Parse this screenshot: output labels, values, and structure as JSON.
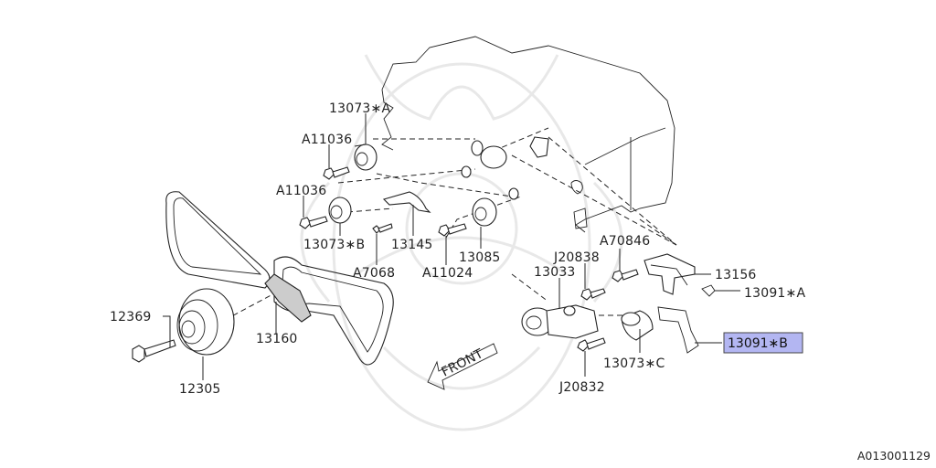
{
  "labels": {
    "p13073A": "13073∗A",
    "a11036_1": "A11036",
    "a11036_2": "A11036",
    "p13073B": "13073∗B",
    "p13145": "13145",
    "a7068": "A7068",
    "a11024": "A11024",
    "p13085": "13085",
    "j20838": "J20838",
    "a70846": "A70846",
    "p13033": "13033",
    "p13156": "13156",
    "p13091A": "13091∗A",
    "p13091B": "13091∗B",
    "p13073C": "13073∗C",
    "j20832": "J20832",
    "p12369": "12369",
    "p13160": "13160",
    "p12305": "12305",
    "front": "FRONT"
  },
  "highlight_color": "#b3b6f2",
  "reference_code": "A013001129"
}
